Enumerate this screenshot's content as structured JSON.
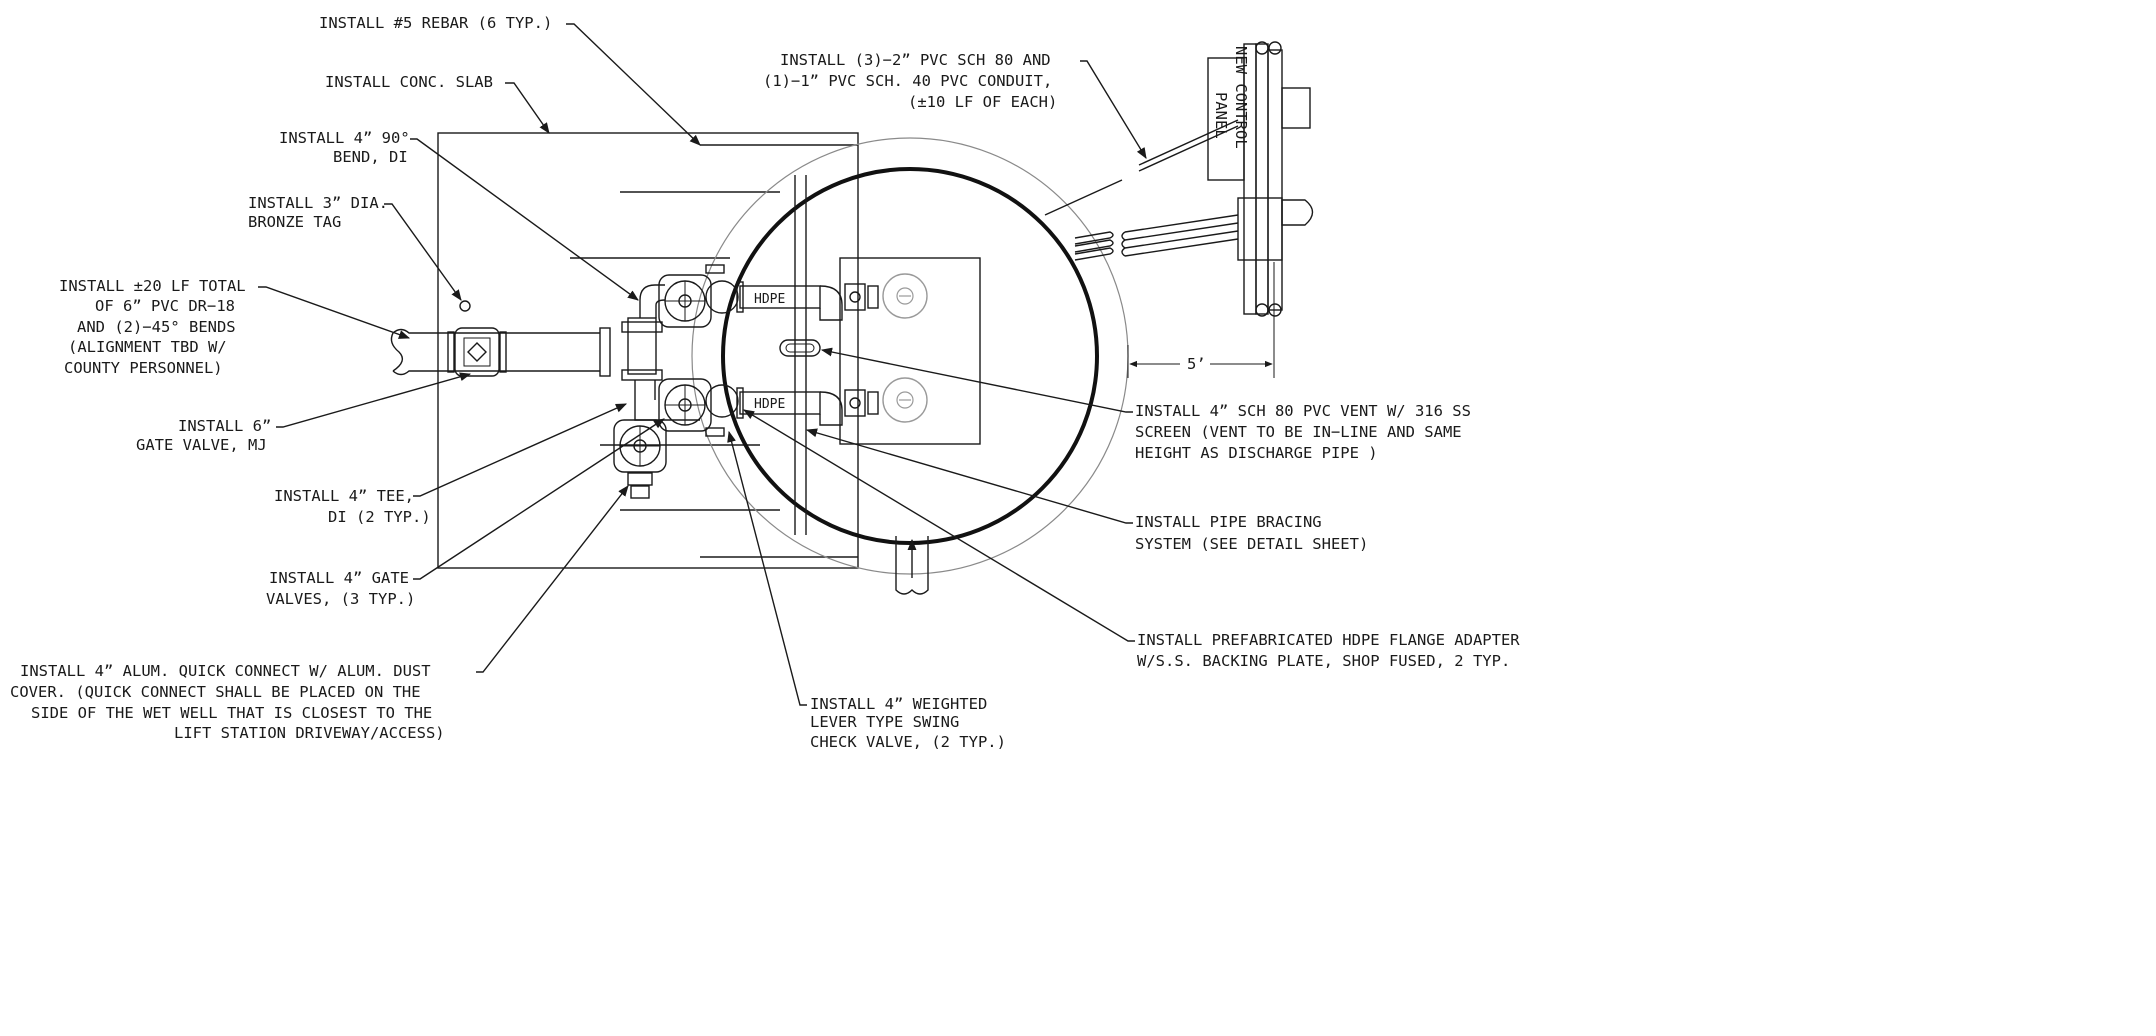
{
  "callouts": {
    "rebar": "INSTALL #5 REBAR (6 TYP.)",
    "slab": "INSTALL CONC. SLAB",
    "bend": [
      "INSTALL 4” 90°",
      "BEND, DI"
    ],
    "tag": [
      "INSTALL 3” DIA.",
      "BRONZE TAG"
    ],
    "pvc": [
      "INSTALL ±20 LF TOTAL",
      "OF 6” PVC DR−18",
      "AND (2)−45° BENDS",
      "(ALIGNMENT TBD W/",
      "COUNTY PERSONNEL)"
    ],
    "gate6": [
      "INSTALL 6”",
      "GATE VALVE, MJ"
    ],
    "tee": [
      "INSTALL 4” TEE,",
      "DI (2 TYP.)"
    ],
    "gate4": [
      "INSTALL 4” GATE",
      "VALVES, (3 TYP.)"
    ],
    "quick": [
      "INSTALL 4” ALUM. QUICK CONNECT W/ ALUM. DUST",
      "COVER. (QUICK CONNECT SHALL BE PLACED ON THE",
      "SIDE OF THE WET WELL THAT IS CLOSEST TO THE",
      "LIFT STATION DRIVEWAY/ACCESS)"
    ],
    "check": [
      "INSTALL 4” WEIGHTED",
      "LEVER TYPE SWING",
      "CHECK VALVE, (2 TYP.)"
    ],
    "flange": [
      "INSTALL PREFABRICATED HDPE FLANGE ADAPTER",
      "W/S.S. BACKING PLATE, SHOP FUSED, 2 TYP."
    ],
    "bracing": [
      "INSTALL PIPE BRACING",
      "SYSTEM (SEE DETAIL SHEET)"
    ],
    "vent": [
      "INSTALL 4” SCH 80 PVC VENT W/ 316 SS",
      "SCREEN (VENT TO BE IN−LINE AND SAME",
      "HEIGHT AS DISCHARGE PIPE )"
    ],
    "conduit": [
      "INSTALL (3)−2” PVC SCH 80 AND",
      "(1)−1” PVC SCH. 40 PVC CONDUIT,",
      "(±10 LF OF EACH)"
    ]
  },
  "labels": {
    "hdpe_top": "HDPE",
    "hdpe_bottom": "HDPE",
    "dimension": "5’",
    "panel": [
      "NEW CONTROL",
      "PANEL"
    ]
  },
  "colors": {
    "line": "#1a1a1a",
    "concrete_fill": "#f1f1f1",
    "concrete_speckle": "#b8b8b8",
    "pump_grey": "#9a9a9a"
  }
}
